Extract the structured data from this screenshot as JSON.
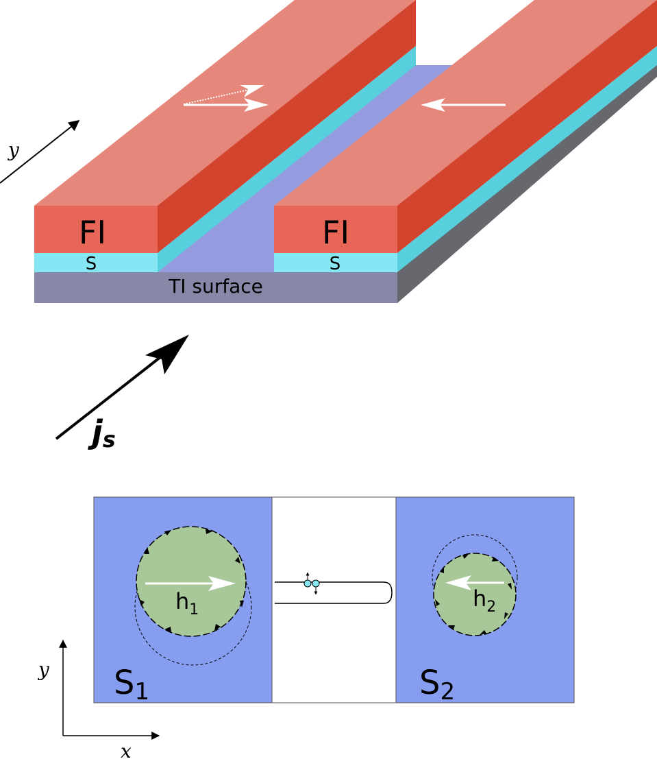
{
  "top_diagram": {
    "axis_y_label": "y",
    "left_strip": {
      "magnet_label": "FI",
      "layer_label": "S"
    },
    "right_strip": {
      "magnet_label": "FI",
      "layer_label": "S"
    },
    "substrate_label": "TI surface",
    "current_label_main": "j",
    "current_label_sub": "s"
  },
  "bottom_diagram": {
    "left_region": {
      "label_main": "S",
      "label_sub": "1",
      "field_main": "h",
      "field_sub": "1"
    },
    "right_region": {
      "label_main": "S",
      "label_sub": "2",
      "field_main": "h",
      "field_sub": "2"
    },
    "axis_x_label": "x",
    "axis_y_label": "y"
  },
  "colors": {
    "fi_top": "#e5877a",
    "fi_side": "#d3442f",
    "fi_front": "#e86657",
    "s_front": "#86e6f4",
    "s_side": "#58cfdc",
    "ti_front": "#8788a7",
    "ti_side": "#67686e",
    "ti_top": "#949bde",
    "region_blue": "#879df0",
    "disk_green": "#a8c89a"
  }
}
